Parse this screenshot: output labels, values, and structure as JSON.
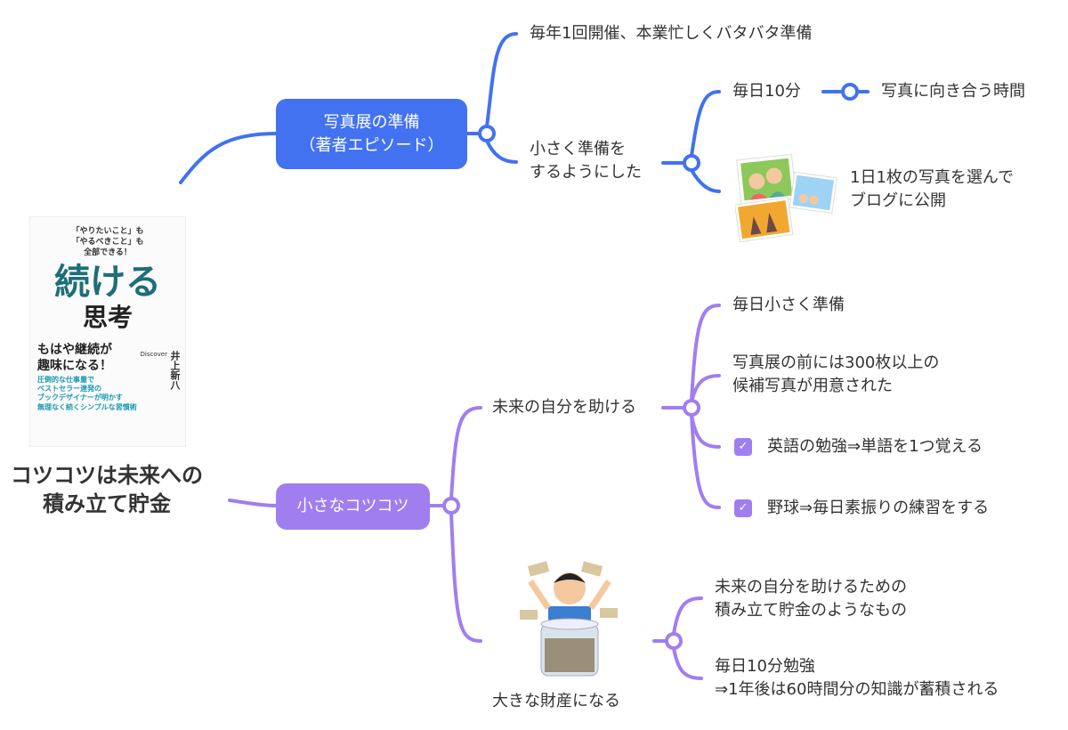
{
  "central": {
    "text": "コツコツは未来への\n積み立て貯金"
  },
  "book": {
    "tagline": "「やりたいこと」も\n「やるべきこと」も\n全部できる！",
    "title_main": "続ける",
    "title_sub": "思考",
    "catch": "もはや継続が\n趣味になる！",
    "blurb": "圧倒的な仕事量で\nベストセラー連発の\nブックデザイナーが明かす",
    "footer": "無理なく続くシンプルな習慣術",
    "author": "井上新八",
    "publisher": "Discover"
  },
  "colors": {
    "blue": "#4272f0",
    "purple": "#a07ef0",
    "text": "#333333"
  },
  "branch1": {
    "label": "写真展の準備\n（著者エピソード）",
    "children": [
      {
        "text": "毎年1回開催、本業忙しくバタバタ準備"
      },
      {
        "text": "小さく準備を\nするようにした",
        "children": [
          {
            "text": "毎日10分",
            "linked": "写真に向き合う時間"
          },
          {
            "image": "photos-illustration",
            "text": "1日1枚の写真を選んで\nブログに公開"
          }
        ]
      }
    ]
  },
  "branch2": {
    "label": "小さなコツコツ",
    "children": [
      {
        "text": "未来の自分を助ける",
        "children": [
          {
            "text": "毎日小さく準備"
          },
          {
            "text": "写真展の前には300枚以上の\n候補写真が用意された"
          },
          {
            "text": "英語の勉強⇒単語を1つ覚える",
            "checked": true
          },
          {
            "text": "野球⇒毎日素振りの練習をする",
            "checked": true
          }
        ]
      },
      {
        "image": "money-jar-illustration",
        "text": "大きな財産になる",
        "children": [
          {
            "text": "未来の自分を助けるための\n積み立て貯金のようなもの"
          },
          {
            "text": "毎日10分勉強\n⇒1年後は60時間分の知識が蓄積される"
          }
        ]
      }
    ]
  }
}
